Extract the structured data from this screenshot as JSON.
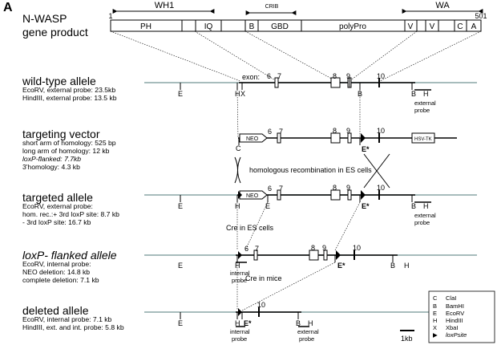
{
  "panel_label": "A",
  "gene_product": {
    "title_line1": "N-WASP",
    "title_line2": "gene product",
    "start_number": "1",
    "end_number": "501",
    "domain_labels": {
      "wh1": "WH1",
      "crib": "CRIB",
      "wa": "WA"
    },
    "domains": [
      "PH",
      "IQ",
      "B",
      "GBD",
      "polyPro",
      "V",
      "V",
      "C",
      "A"
    ]
  },
  "alleles": [
    {
      "title": "wild-type allele",
      "lines": [
        "EcoRV, external probe: 23.5kb",
        "HindIII, external probe: 13.5 kb"
      ]
    },
    {
      "title": "targeting vector",
      "lines": [
        "short arm of homology: 525 bp",
        "long arm of homology: 12 kb",
        "loxP-flanked: 7.7kb",
        "3'homology: 4.3 kb"
      ]
    },
    {
      "title": "targeted allele",
      "lines": [
        "EcoRV, external probe:",
        "hom. rec.:+ 3rd loxP site: 8.7 kb",
        "- 3rd loxP site: 16.7 kb"
      ]
    },
    {
      "title": "loxP- flanked allele",
      "lines": [
        "EcoRV, internal probe:",
        "NEO deletion: 14.8 kb",
        "complete deletion: 7.1 kb"
      ]
    },
    {
      "title": "deleted allele",
      "lines": [
        "EcoRV, internal probe: 7.1 kb",
        "HindIII, ext. and int. probe: 5.8 kb"
      ]
    }
  ],
  "map_labels": {
    "exon": "exon:",
    "e6": "6",
    "e7": "7",
    "e8": "8",
    "e9": "9",
    "e10": "10",
    "E": "E",
    "H": "H",
    "B": "B",
    "C": "C",
    "X": "X",
    "Estar": "E*",
    "neo": "NEO",
    "hsvtk": "HSV-TK",
    "external_probe_1": "external",
    "external_probe_2": "probe",
    "internal_probe_1": "internal",
    "internal_probe_2": "probe",
    "homologous_recombination": "homologous recombination in ES cells",
    "cre_in_es": "Cre in ES cells",
    "cre_in_mice": "Cre in mice",
    "scale_bar": "1kb"
  },
  "legend": [
    {
      "key": "C",
      "value": "ClaI"
    },
    {
      "key": "B",
      "value": "BamHI"
    },
    {
      "key": "E",
      "value": "EcoRV"
    },
    {
      "key": "H",
      "value": "HindIII"
    },
    {
      "key": "X",
      "value": "XbaI"
    },
    {
      "key": "▶",
      "value": "loxPsite"
    }
  ],
  "colors": {
    "genomic_line": "#8aa6a6",
    "ink": "#000000"
  }
}
